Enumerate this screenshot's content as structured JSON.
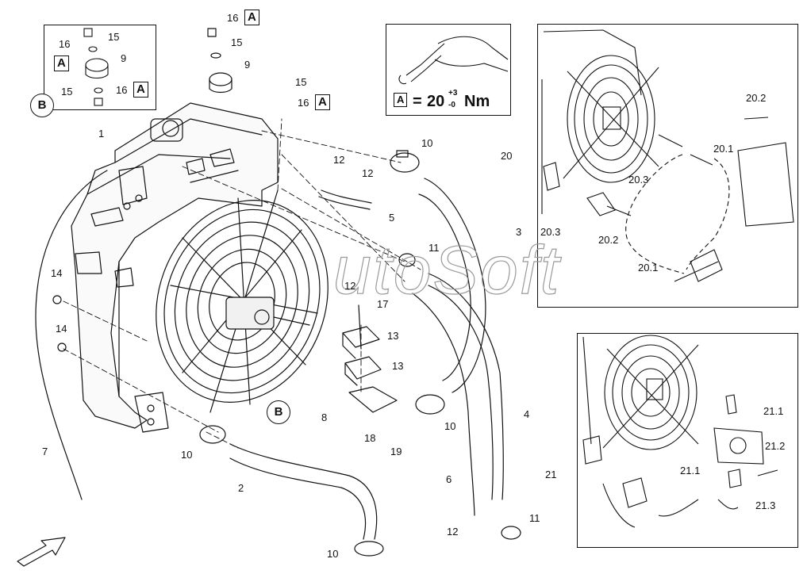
{
  "watermark": "utoSoft",
  "torque": {
    "ref_letter": "A",
    "equals": "=",
    "value": "20",
    "tol_upper": "+3",
    "tol_lower": "-0",
    "unit": "Nm"
  },
  "detail_b": {
    "label": "B"
  },
  "parts": {
    "p1": "1",
    "p2": "2",
    "p3": "3",
    "p4": "4",
    "p5": "5",
    "p6": "6",
    "p7": "7",
    "p8": "8",
    "p9": "9",
    "p10": "10",
    "p11": "11",
    "p12": "12",
    "p13": "13",
    "p14": "14",
    "p15": "15",
    "p16": "16",
    "p17": "17",
    "p18": "18",
    "p19": "19",
    "p20": "20",
    "p20_1": "20.1",
    "p20_2": "20.2",
    "p20_3": "20.3",
    "p21": "21",
    "p21_1": "21.1",
    "p21_2": "21.2",
    "p21_3": "21.3"
  },
  "ref_letter": "A"
}
